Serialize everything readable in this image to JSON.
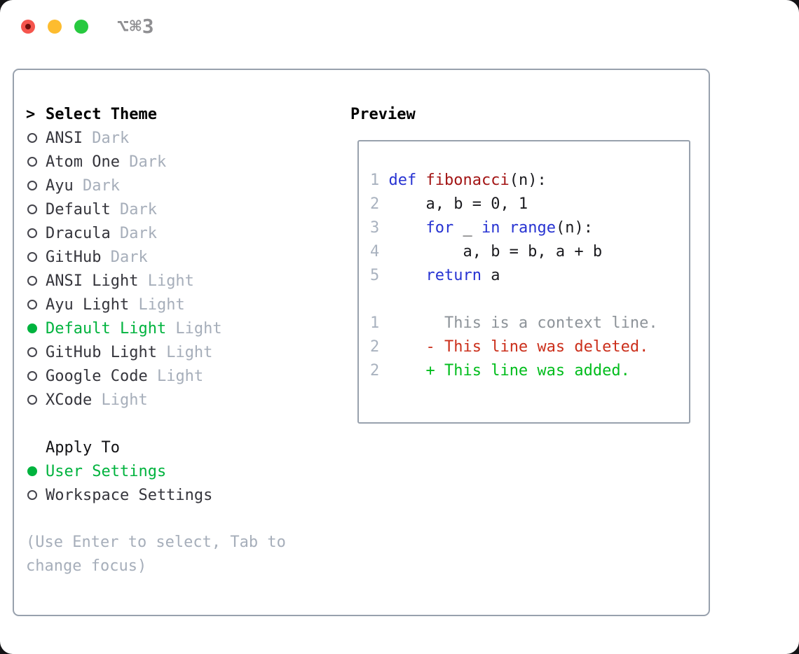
{
  "titlebar": {
    "shortcut": "⌥⌘3",
    "buttons": [
      "close",
      "minimize",
      "zoom"
    ]
  },
  "theme_selector": {
    "prompt": ">",
    "title": "Select Theme",
    "items": [
      {
        "name": "ANSI",
        "tag": "Dark",
        "selected": false
      },
      {
        "name": "Atom One",
        "tag": "Dark",
        "selected": false
      },
      {
        "name": "Ayu",
        "tag": "Dark",
        "selected": false
      },
      {
        "name": "Default",
        "tag": "Dark",
        "selected": false
      },
      {
        "name": "Dracula",
        "tag": "Dark",
        "selected": false
      },
      {
        "name": "GitHub",
        "tag": "Dark",
        "selected": false
      },
      {
        "name": "ANSI Light",
        "tag": "Light",
        "selected": false
      },
      {
        "name": "Ayu Light",
        "tag": "Light",
        "selected": false
      },
      {
        "name": "Default Light",
        "tag": "Light",
        "selected": true
      },
      {
        "name": "GitHub Light",
        "tag": "Light",
        "selected": false
      },
      {
        "name": "Google Code",
        "tag": "Light",
        "selected": false
      },
      {
        "name": "XCode",
        "tag": "Light",
        "selected": false
      }
    ]
  },
  "apply_to": {
    "title": "Apply To",
    "options": [
      {
        "name": "User Settings",
        "selected": true
      },
      {
        "name": "Workspace Settings",
        "selected": false
      }
    ]
  },
  "hint": "(Use Enter to select, Tab to change focus)",
  "preview": {
    "title": "Preview",
    "code_lines": [
      {
        "num": "1",
        "tokens": [
          {
            "c": "kw",
            "t": "def"
          },
          {
            "c": "plain",
            "t": " "
          },
          {
            "c": "fn",
            "t": "fibonacci"
          },
          {
            "c": "plain",
            "t": "(n):"
          }
        ]
      },
      {
        "num": "2",
        "tokens": [
          {
            "c": "plain",
            "t": "    a, b = 0, 1"
          }
        ]
      },
      {
        "num": "3",
        "tokens": [
          {
            "c": "plain",
            "t": "    "
          },
          {
            "c": "kw",
            "t": "for"
          },
          {
            "c": "plain",
            "t": " _ "
          },
          {
            "c": "kw",
            "t": "in"
          },
          {
            "c": "plain",
            "t": " "
          },
          {
            "c": "kw",
            "t": "range"
          },
          {
            "c": "plain",
            "t": "(n):"
          }
        ]
      },
      {
        "num": "4",
        "tokens": [
          {
            "c": "plain",
            "t": "        a, b = b, a + b"
          }
        ]
      },
      {
        "num": "5",
        "tokens": [
          {
            "c": "plain",
            "t": "    "
          },
          {
            "c": "kw",
            "t": "return"
          },
          {
            "c": "plain",
            "t": " a"
          }
        ]
      }
    ],
    "diff_lines": [
      {
        "num": "1",
        "sign": " ",
        "text": "This is a context line.",
        "type": "context"
      },
      {
        "num": "2",
        "sign": "-",
        "text": "This line was deleted.",
        "type": "deleted"
      },
      {
        "num": "2",
        "sign": "+",
        "text": "This line was added.",
        "type": "added"
      }
    ]
  },
  "colors": {
    "accent_green": "#00b33e",
    "added_green": "#00bd1c",
    "deleted_red": "#cb2f1b",
    "context_gray": "#8d9399",
    "keyword_blue": "#2733d2",
    "function_red": "#a31515",
    "line_number_gray": "#a9b2bf",
    "muted_gray": "#a6aeba",
    "text_dark": "#35353c",
    "border_gray": "#98a1ad",
    "traffic_red": "#f5554d",
    "traffic_yellow": "#fdbc2f",
    "traffic_green": "#27c93f"
  }
}
